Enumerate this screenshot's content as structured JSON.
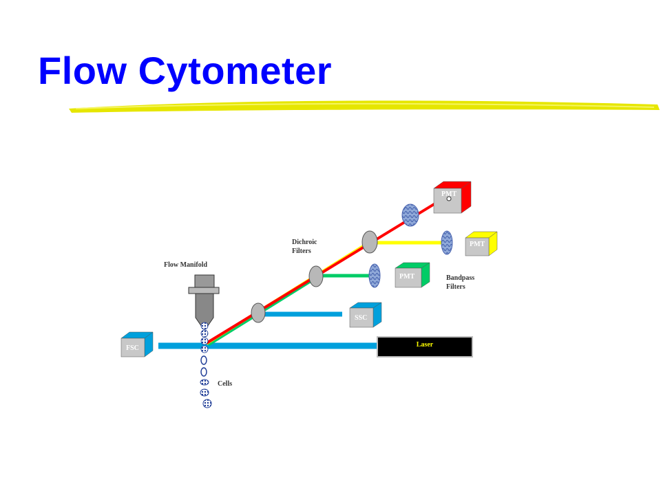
{
  "title": "Flow Cytometer",
  "colors": {
    "title": "#0000ff",
    "underline": "#e6e600",
    "laser_beam": "#00a0dc",
    "red_beam": "#ff0000",
    "yellow_beam": "#ffff00",
    "green_beam": "#00cc66",
    "box_face": "#c8c8c8"
  },
  "labels": {
    "pmt_red": "PMT",
    "pmt_yellow": "PMT",
    "pmt_green": "PMT",
    "ssc": "SSC",
    "fsc": "FSC",
    "laser": "Laser",
    "dichroic_line1": "Dichroic",
    "dichroic_line2": "Filters",
    "bandpass_line1": "Bandpass",
    "bandpass_line2": "Filters",
    "flow_manifold": "Flow Manifold",
    "cells": "Cells"
  }
}
